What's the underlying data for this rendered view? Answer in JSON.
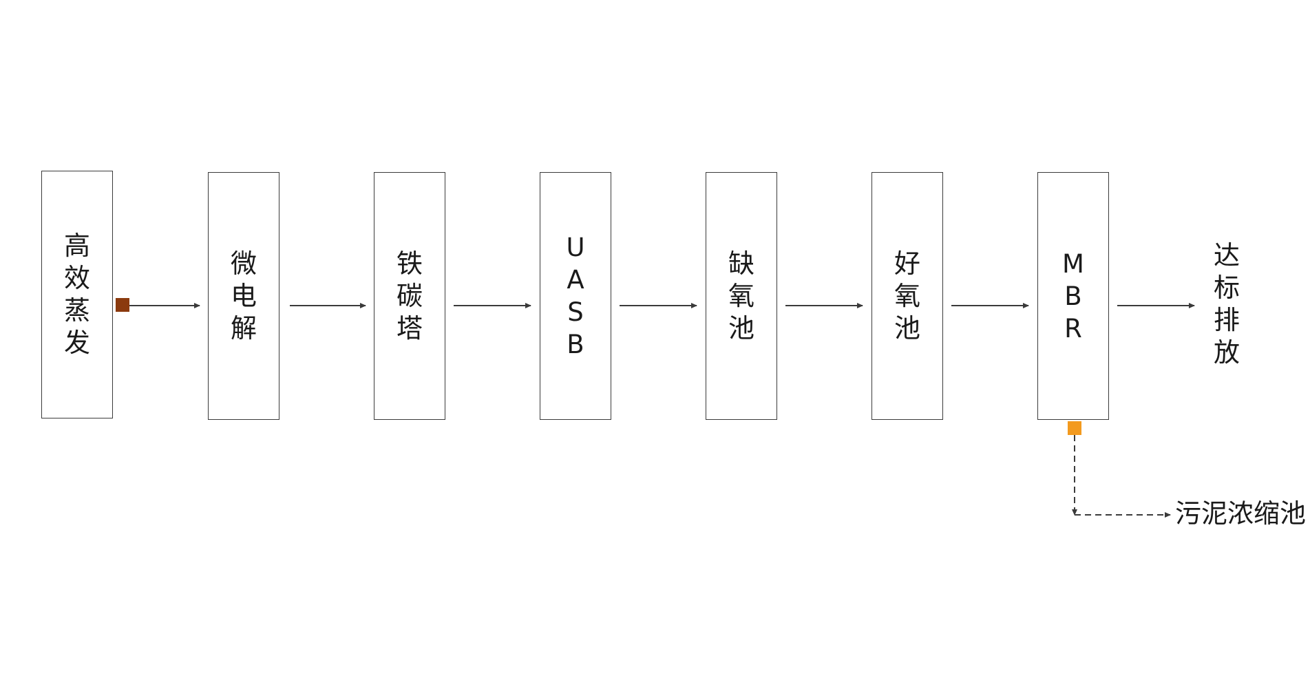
{
  "diagram": {
    "stages": [
      {
        "id": "stage-1",
        "label": "高效蒸发"
      },
      {
        "id": "stage-2",
        "label": "微电解"
      },
      {
        "id": "stage-3",
        "label": "铁碳塔"
      },
      {
        "id": "stage-4",
        "label": "UASB"
      },
      {
        "id": "stage-5",
        "label": "缺氧池"
      },
      {
        "id": "stage-6",
        "label": "好氧池"
      },
      {
        "id": "stage-7",
        "label": "MBR"
      }
    ],
    "discharge_label": "达标排放",
    "sludge_label": "污泥浓缩池",
    "colors": {
      "box_border": "#3a3a3a",
      "arrow": "#3a3a3a",
      "marker_start": "#8B3A0E",
      "marker_sludge": "#F39A1E"
    }
  }
}
